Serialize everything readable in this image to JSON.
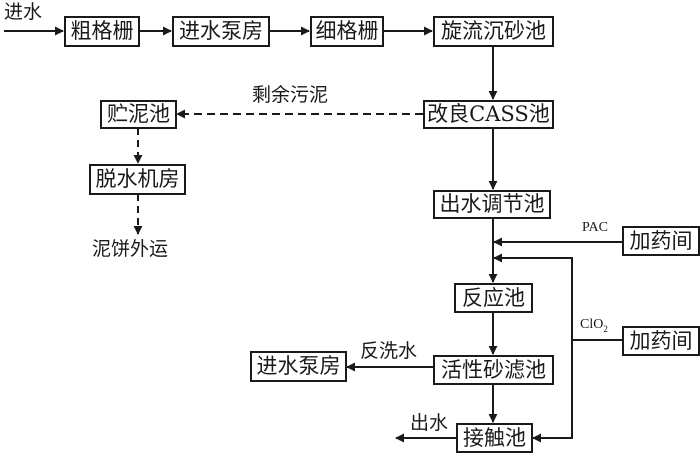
{
  "diagram": {
    "title": "",
    "nodes": {
      "coarse_screen": "粗格栅",
      "inlet_pump_house": "进水泵房",
      "fine_screen": "细格栅",
      "vortex_grit_chamber": "旋流沉砂池",
      "improved_cass": "改良CASS池",
      "sludge_tank": "贮泥池",
      "dewatering_house": "脱水机房",
      "effluent_regulating_tank": "出水调节池",
      "dosing_room_pac": "加药间",
      "reaction_tank": "反应池",
      "dosing_room_clo2": "加药间",
      "active_sand_filter": "活性砂滤池",
      "backwash_pump_house": "进水泵房",
      "contact_tank": "接触池"
    },
    "labels": {
      "inflow": "进水",
      "excess_sludge": "剩余污泥",
      "sludge_cake_out": "泥饼外运",
      "pac": "PAC",
      "clo2_main": "ClO",
      "clo2_sub": "2",
      "backwash_water": "反洗水",
      "outflow": "出水"
    },
    "edges": [
      {
        "from": "inflow",
        "to": "coarse_screen",
        "style": "solid"
      },
      {
        "from": "coarse_screen",
        "to": "inlet_pump_house",
        "style": "solid"
      },
      {
        "from": "inlet_pump_house",
        "to": "fine_screen",
        "style": "solid"
      },
      {
        "from": "fine_screen",
        "to": "vortex_grit_chamber",
        "style": "solid"
      },
      {
        "from": "vortex_grit_chamber",
        "to": "improved_cass",
        "style": "solid"
      },
      {
        "from": "improved_cass",
        "to": "sludge_tank",
        "style": "dashed",
        "label": "剩余污泥"
      },
      {
        "from": "sludge_tank",
        "to": "dewatering_house",
        "style": "dashed"
      },
      {
        "from": "dewatering_house",
        "to": "sludge_cake_out",
        "style": "dashed"
      },
      {
        "from": "improved_cass",
        "to": "effluent_regulating_tank",
        "style": "solid"
      },
      {
        "from": "effluent_regulating_tank",
        "to": "reaction_tank",
        "style": "solid"
      },
      {
        "from": "dosing_room_pac",
        "to": "reaction_tank",
        "style": "solid",
        "label": "PAC"
      },
      {
        "from": "dosing_room_clo2",
        "to": "reaction_tank",
        "style": "solid",
        "label": "ClO2"
      },
      {
        "from": "dosing_room_clo2",
        "to": "contact_tank",
        "style": "solid",
        "label": "ClO2"
      },
      {
        "from": "reaction_tank",
        "to": "active_sand_filter",
        "style": "solid"
      },
      {
        "from": "active_sand_filter",
        "to": "backwash_pump_house",
        "style": "solid",
        "label": "反洗水"
      },
      {
        "from": "active_sand_filter",
        "to": "contact_tank",
        "style": "solid"
      },
      {
        "from": "contact_tank",
        "to": "outflow",
        "style": "solid",
        "label": "出水"
      }
    ]
  }
}
